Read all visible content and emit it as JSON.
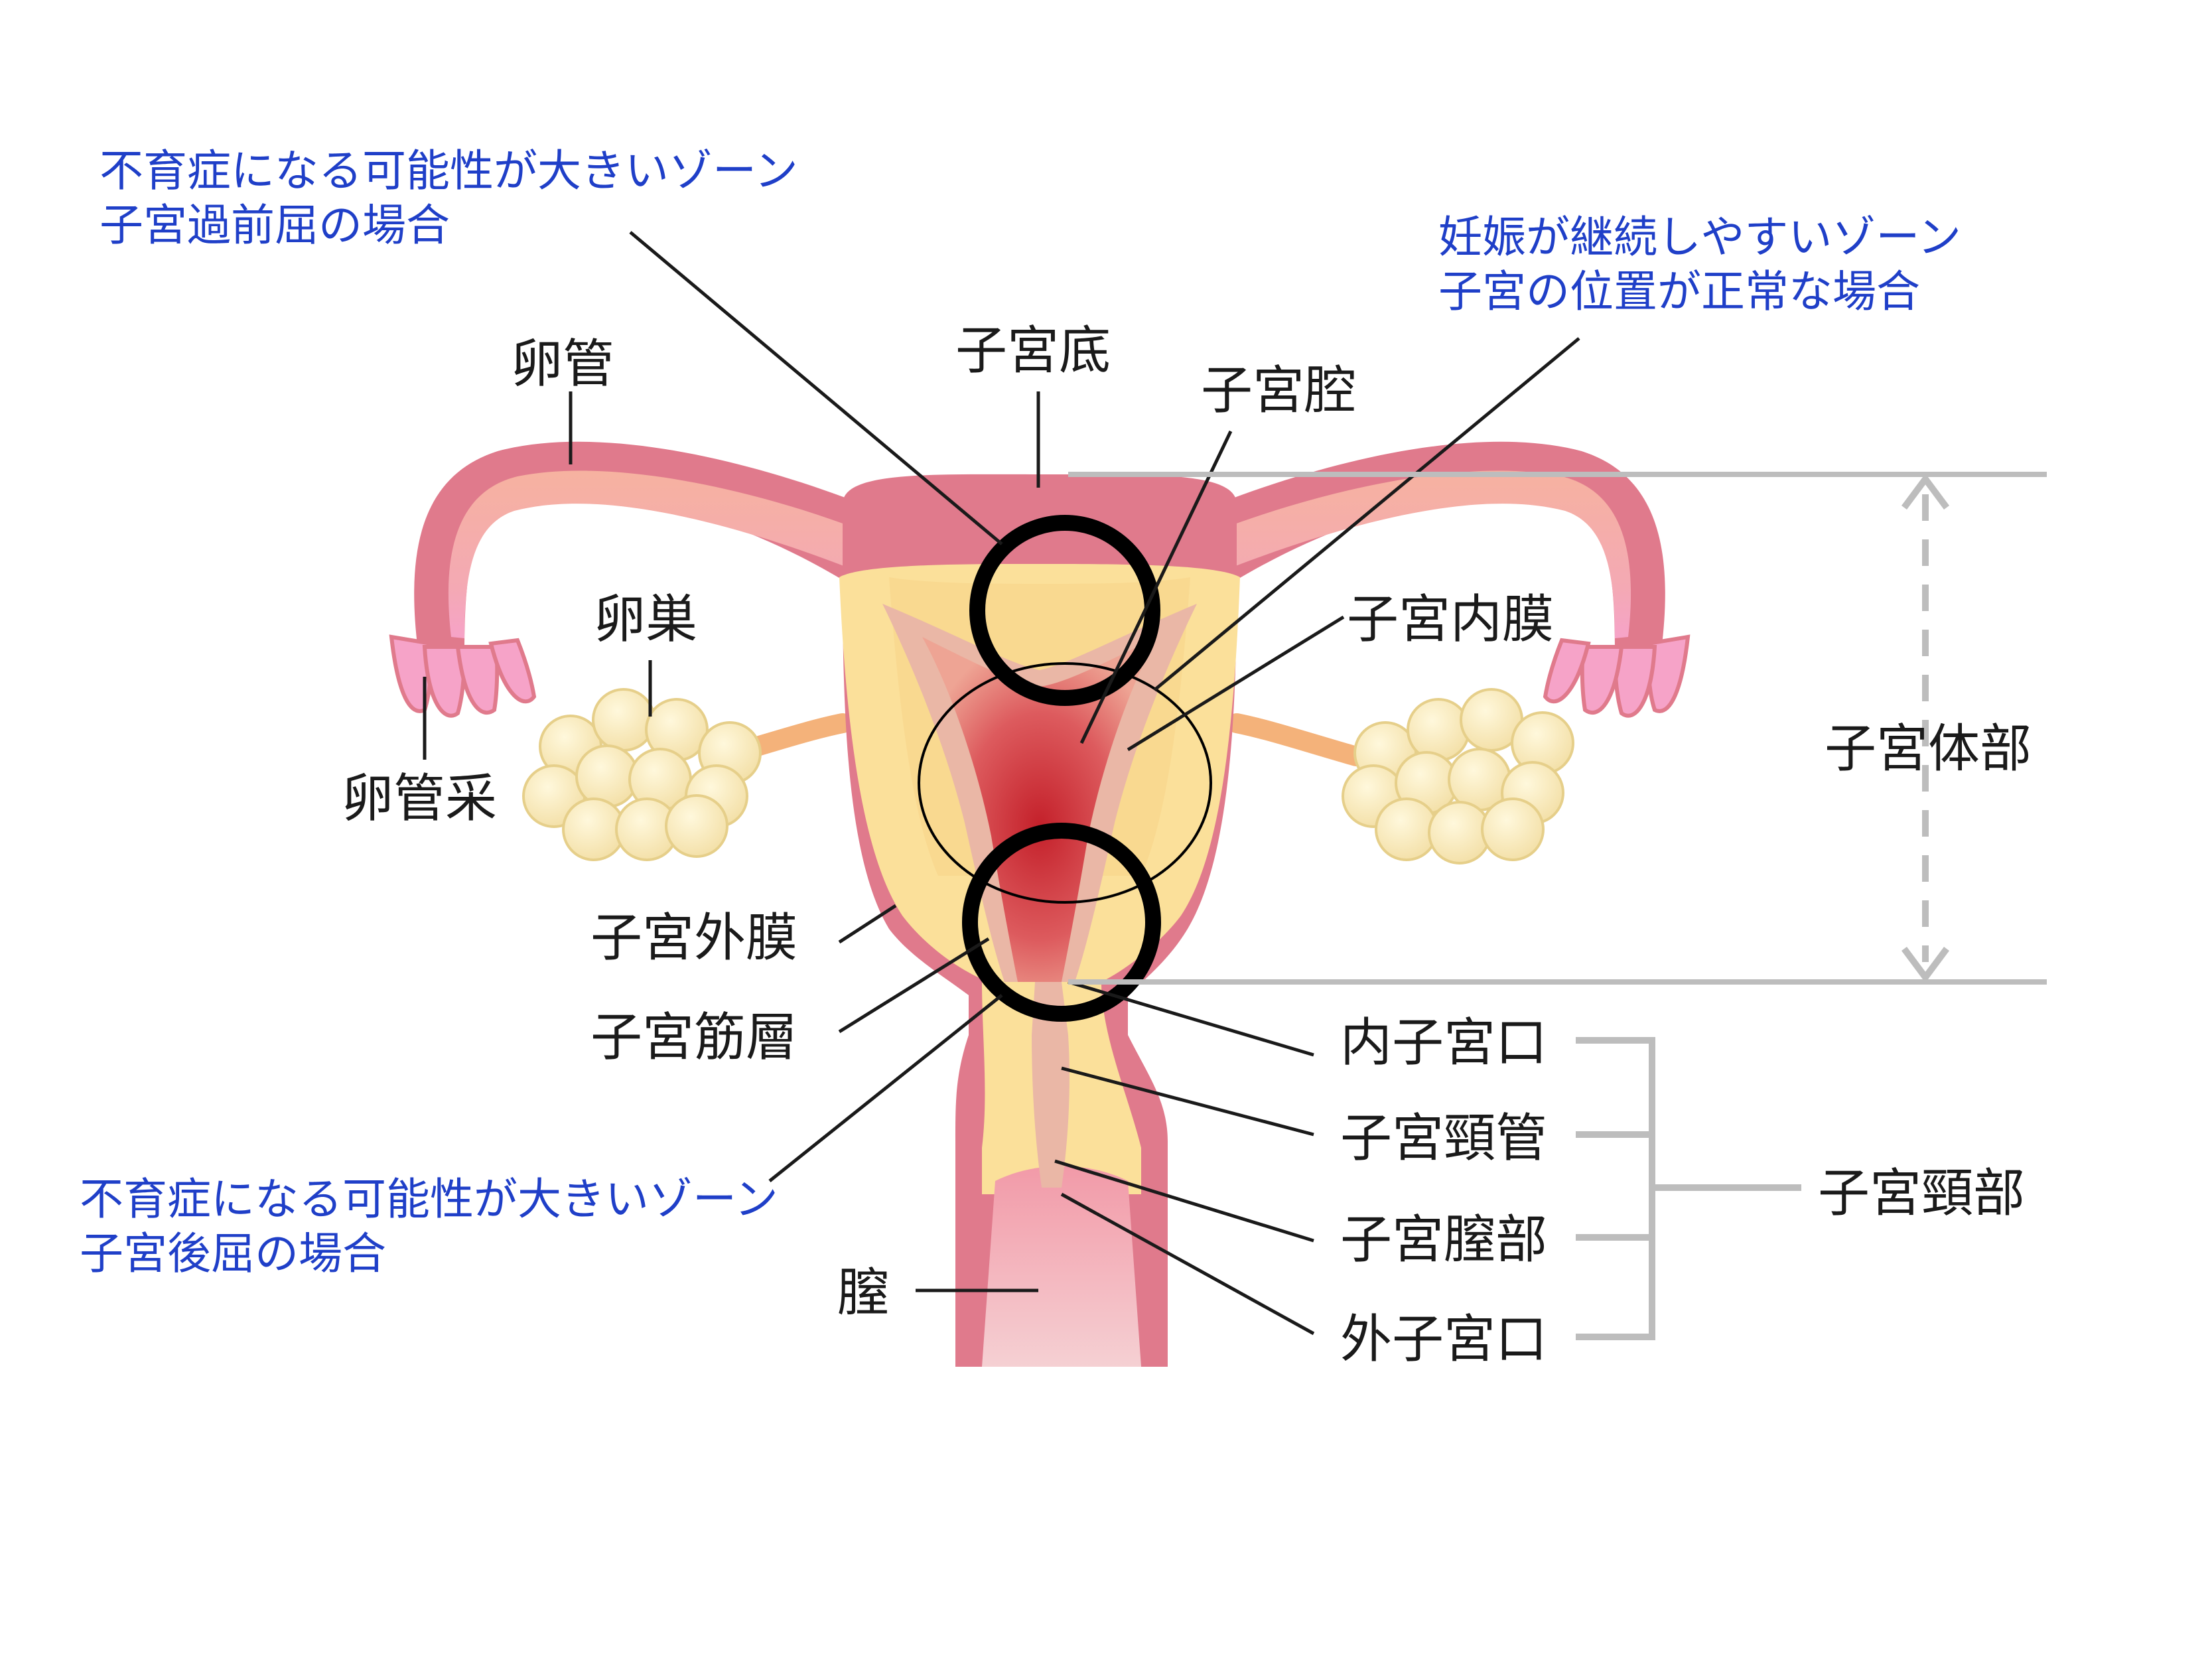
{
  "zones": {
    "anteflexion": {
      "line1": "不育症になる可能性が大きいゾーン",
      "line2": "子宮過前屈の場合"
    },
    "normal": {
      "line1": "妊娠が継続しやすいゾーン",
      "line2": "子宮の位置が正常な場合"
    },
    "retroflexion": {
      "line1": "不育症になる可能性が大きいゾーン",
      "line2": "子宮後屈の場合"
    }
  },
  "labels": {
    "fallopian_tube": "卵管",
    "ovary": "卵巣",
    "fimbriae": "卵管采",
    "fundus": "子宮底",
    "uterine_cavity": "子宮腔",
    "endometrium": "子宮内膜",
    "perimetrium": "子宮外膜",
    "myometrium": "子宮筋層",
    "internal_os": "内子宮口",
    "cervical_canal": "子宮頸管",
    "vaginal_portion": "子宮膣部",
    "external_os": "外子宮口",
    "vagina": "膣",
    "uterine_body": "子宮体部",
    "cervix": "子宮頸部"
  },
  "colors": {
    "zone_text": "#1f3fc8",
    "label_text": "#1a1a1a",
    "outer_wall": "#e07a8c",
    "muscle_layer": "#fbe09a",
    "cavity": "#c8282f",
    "ovary": "#fae9b8",
    "bracket": "#bdbdbd"
  }
}
